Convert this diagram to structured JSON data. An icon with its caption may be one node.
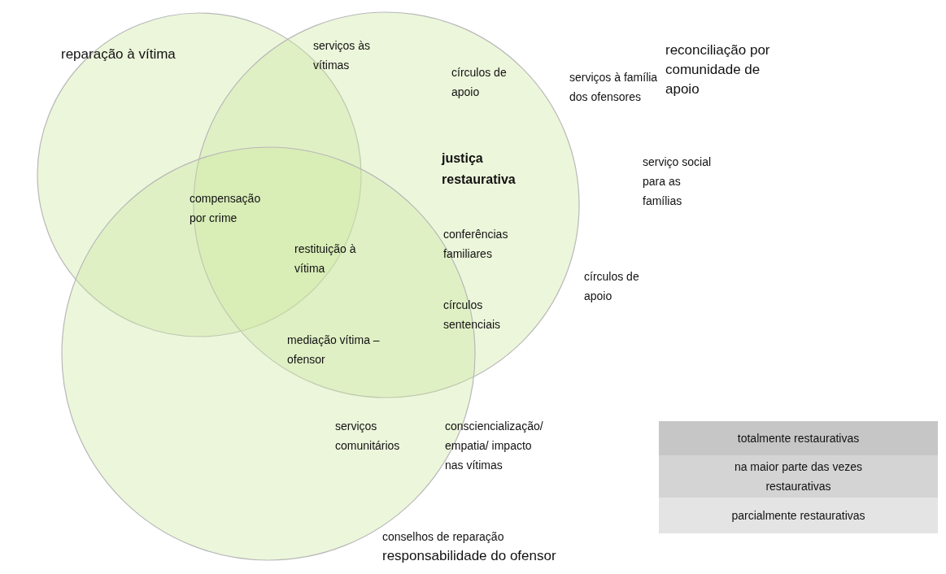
{
  "diagram": {
    "nodes": [
      {
        "text": [
          "reparação à vítima"
        ]
      },
      {
        "text": [],
        "shape": "circle"
      },
      {
        "text": [
          "responsabilidade do ofensor"
        ]
      }
    ],
    "labels": [
      "serviços às vítimas",
      "reconciliação por comunidade de apoio",
      "círculos de apoio",
      "serviços à família dos ofensores",
      "justiça restaurativa",
      "serviço social para as famílias",
      "compensação por crime",
      "restituição à vítima",
      "conferências familiares",
      "círculos de apoio",
      "círculos sentenciais",
      "mediação vítima – ofensor",
      "serviços comunitários",
      "consciencialização/ empatia/ impacto nas vítimas",
      "conselhos de reparação"
    ],
    "legend": [
      {
        "text": "totalmente restaurativas",
        "color": "#c6c6c6"
      },
      {
        "text": "na maior parte das vezes restaurativas",
        "color": "#d4d4d4"
      },
      {
        "text": "parcialmente restaurativas",
        "color": "#e4e4e4"
      }
    ]
  }
}
